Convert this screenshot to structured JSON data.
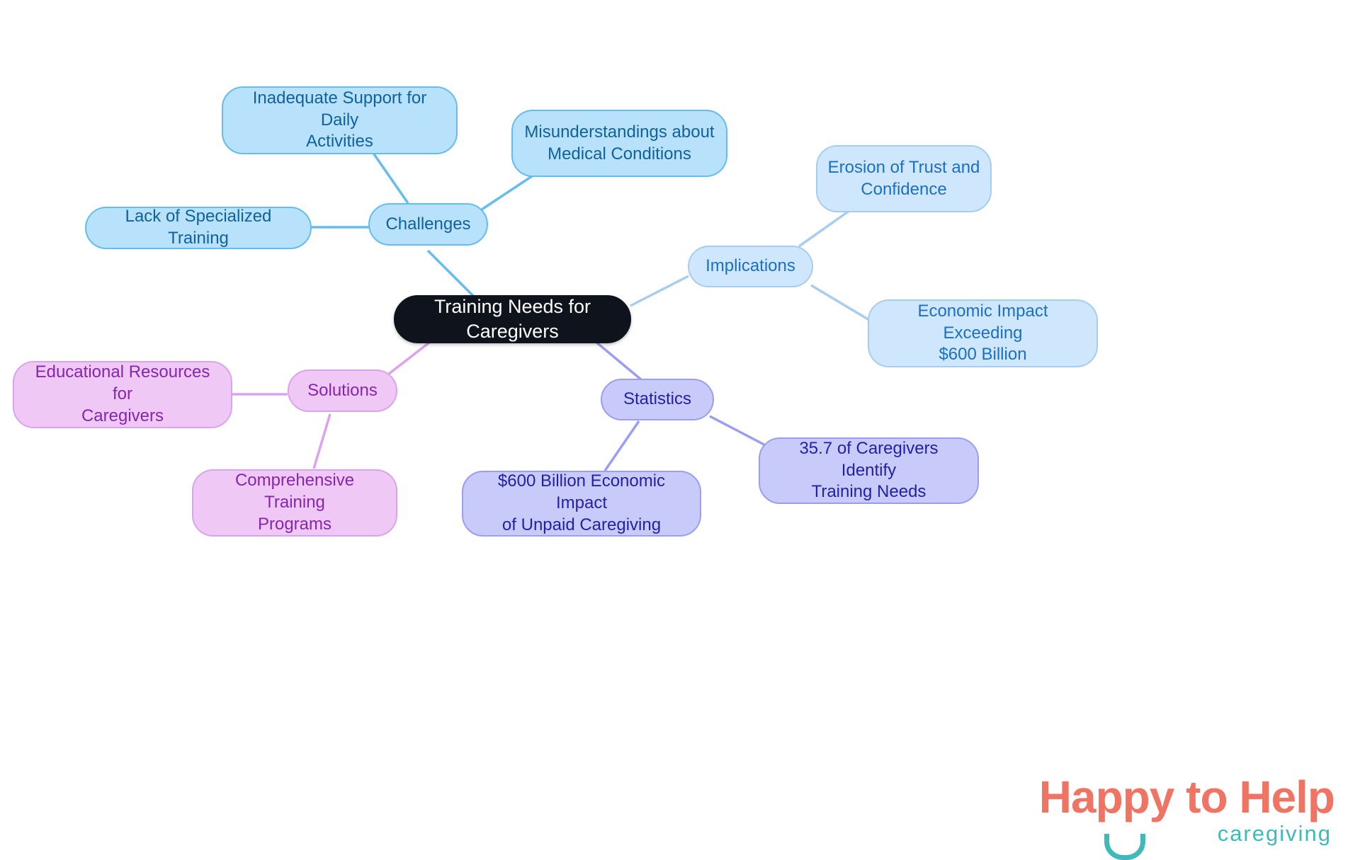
{
  "diagram": {
    "type": "mindmap",
    "root": {
      "label": "Training Needs for Caregivers",
      "color": "#0e131c",
      "text_color": "#ffffff"
    },
    "branches": [
      {
        "label": "Challenges",
        "color": "#b8e2fb",
        "border": "#64bdee",
        "text_color": "#10619e",
        "children": [
          {
            "label": "Inadequate Support for Daily\nActivities"
          },
          {
            "label": "Misunderstandings about\nMedical Conditions"
          },
          {
            "label": "Lack of Specialized Training"
          }
        ]
      },
      {
        "label": "Implications",
        "color": "#cfe7fc",
        "border": "#a6cdf0",
        "text_color": "#1b6fc4",
        "children": [
          {
            "label": "Erosion of Trust and\nConfidence"
          },
          {
            "label": "Economic Impact Exceeding\n$600 Billion"
          }
        ]
      },
      {
        "label": "Statistics",
        "color": "#c8cbf9",
        "border": "#9a9ef2",
        "text_color": "#221fa8",
        "children": [
          {
            "label": "35.7 of Caregivers Identify\nTraining Needs"
          },
          {
            "label": "$600 Billion Economic Impact\nof Unpaid Caregiving"
          }
        ]
      },
      {
        "label": "Solutions",
        "color": "#efc8f6",
        "border": "#dba3ec",
        "text_color": "#8526ae",
        "children": [
          {
            "label": "Educational Resources for\nCaregivers"
          },
          {
            "label": "Comprehensive Training\nPrograms"
          }
        ]
      }
    ]
  },
  "logo": {
    "main": "Happy to Help",
    "sub": "caregiving",
    "main_color": "#f07464",
    "sub_color": "#3fb9b9"
  }
}
